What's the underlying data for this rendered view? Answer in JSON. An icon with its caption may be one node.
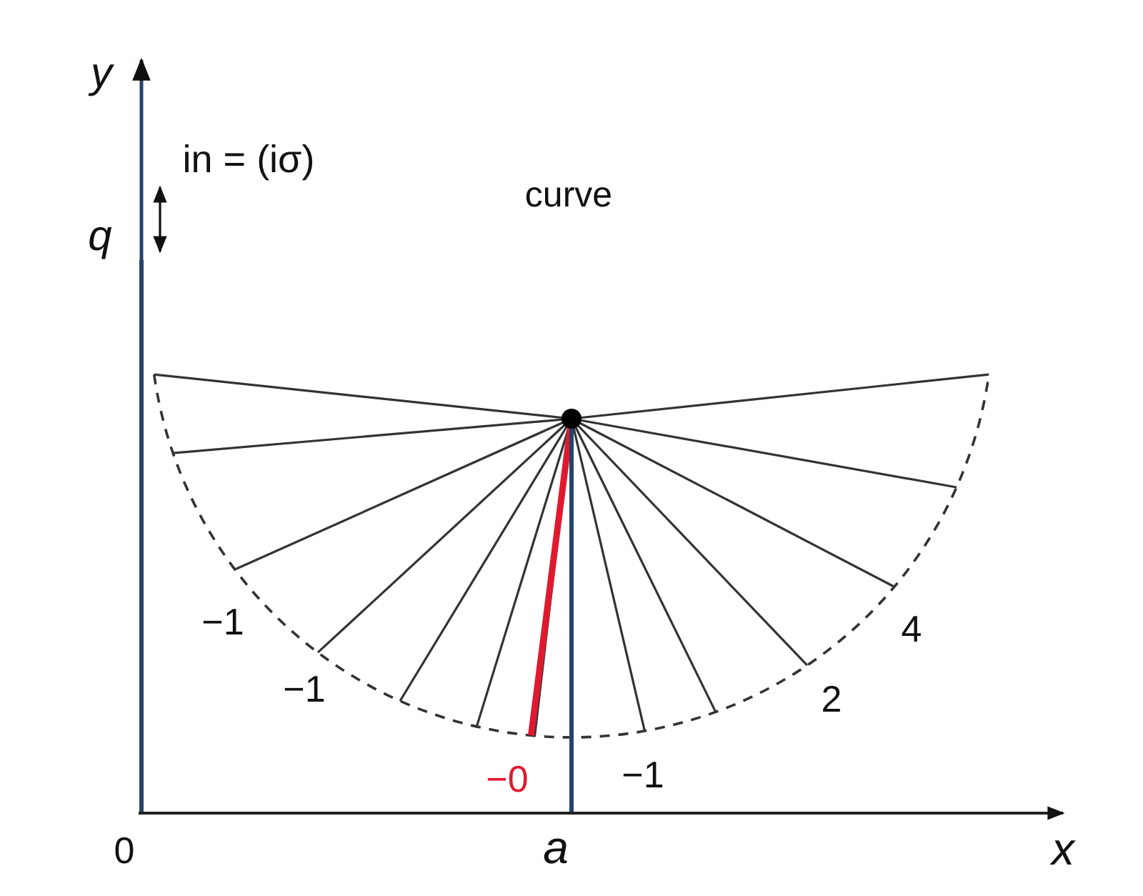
{
  "diagram": {
    "labels": [
      "y",
      "in = (iσ)",
      "q",
      "curve",
      "−1",
      "−1",
      "−0",
      "−1",
      "2",
      "4",
      "0",
      "a",
      "x"
    ]
  }
}
